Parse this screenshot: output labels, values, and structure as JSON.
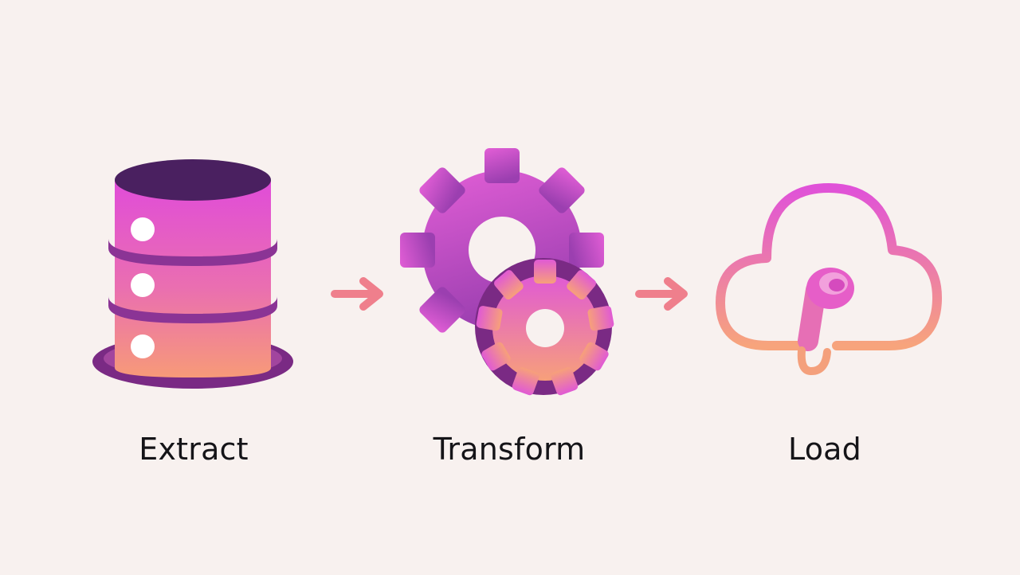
{
  "steps": [
    {
      "label": "Extract",
      "icon": "database-icon"
    },
    {
      "label": "Transform",
      "icon": "gears-icon"
    },
    {
      "label": "Load",
      "icon": "cloud-upload-icon"
    }
  ],
  "connectors": [
    "arrow-right-icon",
    "arrow-right-icon"
  ],
  "colors": {
    "background": "#f8f1ef",
    "gradient_top": "#e052d8",
    "gradient_bottom": "#f79a78",
    "dark_purple": "#7a2a84",
    "arrow": "#ef7f8c",
    "label_text": "#151418"
  }
}
